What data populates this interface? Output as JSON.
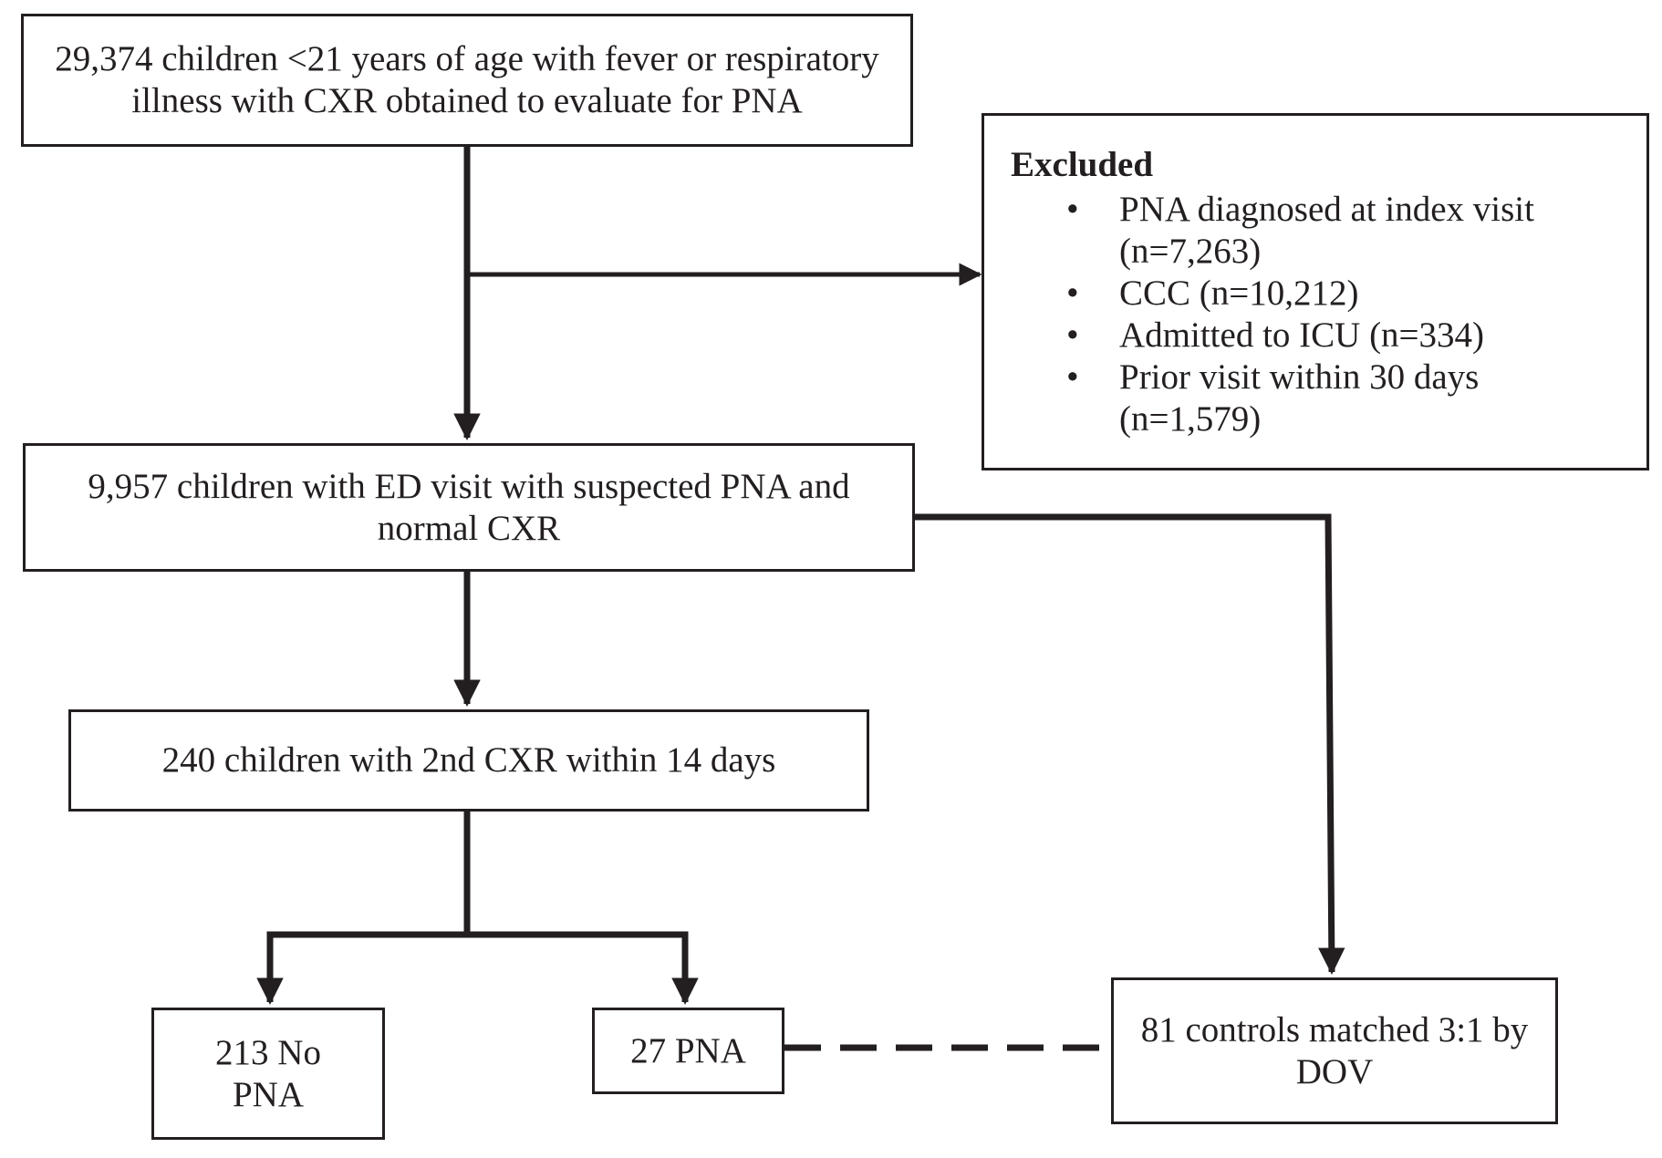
{
  "boxes": {
    "initial": {
      "line1": "29,374 children <21 years of age with fever or respiratory",
      "line2": "illness with CXR obtained to evaluate for PNA"
    },
    "suspected": {
      "line1": "9,957 children with ED visit with suspected PNA and",
      "line2": "normal CXR"
    },
    "second_cxr": {
      "text": "240 children with 2nd CXR within 14 days"
    },
    "no_pna": {
      "line1": "213 No",
      "line2": "PNA"
    },
    "pna": {
      "text": "27 PNA"
    },
    "controls": {
      "line1": "81 controls matched 3:1 by",
      "line2": "DOV"
    }
  },
  "excluded": {
    "title": "Excluded",
    "bullet": "•",
    "items": [
      {
        "line1": "PNA diagnosed at index visit",
        "line2": "(n=7,263)"
      },
      {
        "line1": "CCC (n=10,212)"
      },
      {
        "line1": "Admitted to ICU (n=334)"
      },
      {
        "line1": "Prior visit within 30 days",
        "line2": "(n=1,579)"
      }
    ]
  },
  "colors": {
    "line": "#231f20",
    "background": "#ffffff"
  }
}
